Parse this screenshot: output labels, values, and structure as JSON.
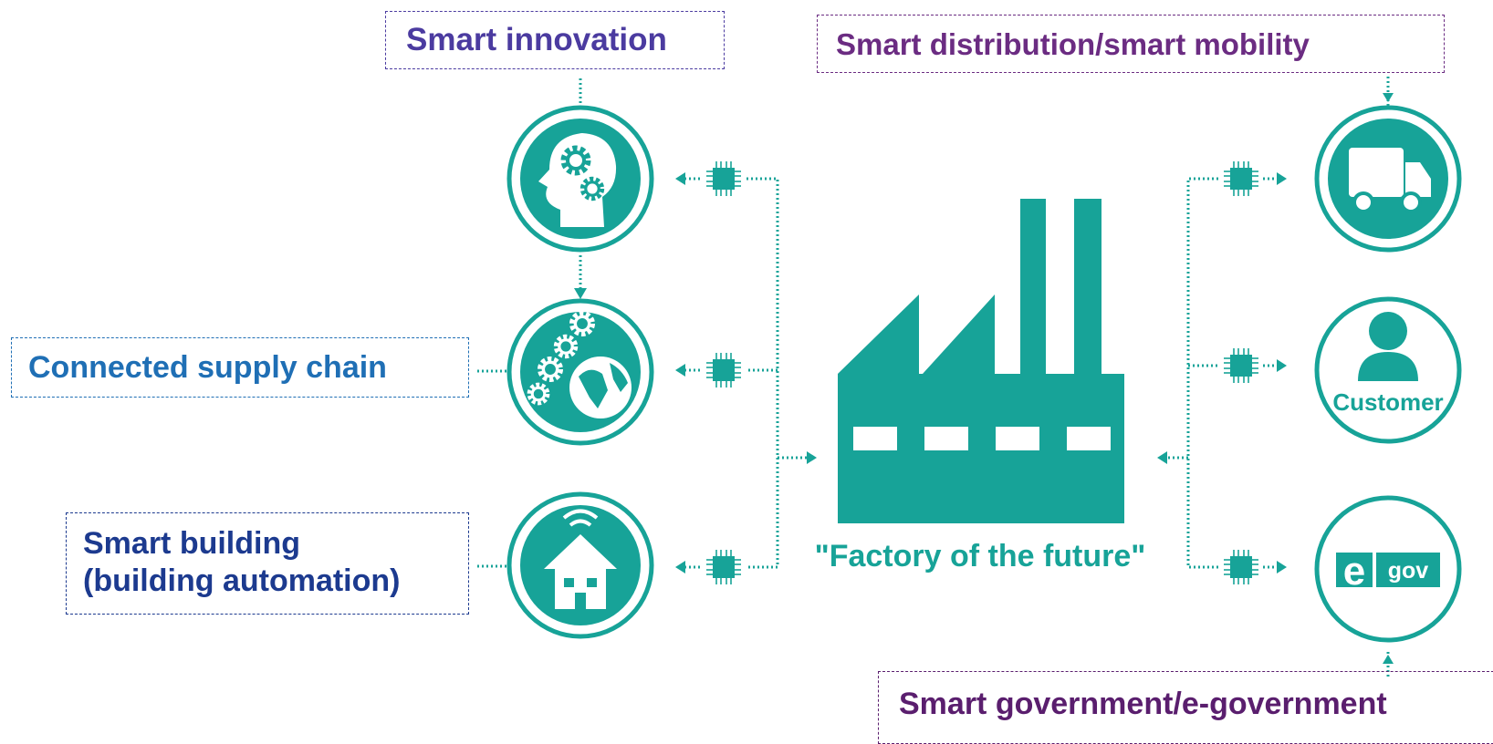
{
  "colors": {
    "teal": "#17a398",
    "innovation_label": "#4b3ba0",
    "distribution_label": "#6b2c82",
    "supply_label": "#1f6fb5",
    "building_label": "#1c3a8f",
    "government_label": "#5a1e6e"
  },
  "center": {
    "caption": "\"Factory of the future\"",
    "icon": "factory-icon"
  },
  "left_nodes": [
    {
      "id": "innovation",
      "icon": "head-gears-icon",
      "label": "Smart innovation"
    },
    {
      "id": "supply",
      "icon": "globe-gears-icon",
      "label": "Connected supply chain"
    },
    {
      "id": "building",
      "icon": "smart-home-icon",
      "label_lines": [
        "Smart building",
        "(building automation)"
      ]
    }
  ],
  "right_nodes": [
    {
      "id": "distribution",
      "icon": "truck-icon",
      "label": "Smart distribution/smart mobility"
    },
    {
      "id": "customer",
      "icon": "person-icon",
      "icon_text": "Customer"
    },
    {
      "id": "government",
      "icon": "egov-icon",
      "icon_text": "gov",
      "label": "Smart government/e-government"
    }
  ],
  "connector_icon": "chip-icon"
}
